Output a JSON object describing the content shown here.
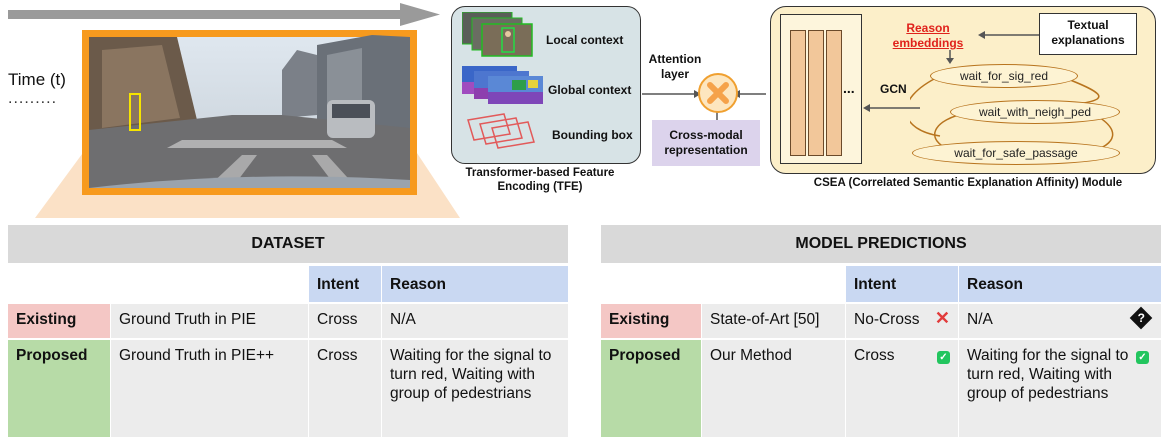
{
  "time_label": "Time (t)",
  "time_dots": ".........",
  "tfe": {
    "items": [
      "Local context",
      "Global context",
      "Bounding box"
    ],
    "caption": "Transformer-based Feature Encoding (TFE)"
  },
  "attention_label": "Attention layer",
  "cross_modal_label": "Cross-modal representation",
  "csea": {
    "reason_embeddings": "Reason embeddings",
    "textual_explanations": "Textual explanations",
    "gcn": "GCN",
    "ellipsis": "...",
    "nodes": [
      "wait_for_sig_red",
      "wait_with_neigh_ped",
      "wait_for_safe_passage"
    ],
    "caption": "CSEA (Correlated Semantic Explanation Affinity) Module"
  },
  "dataset_table": {
    "title": "DATASET",
    "headers": [
      "Intent",
      "Reason"
    ],
    "rows": [
      {
        "label": "Existing",
        "source": "Ground Truth in PIE",
        "intent": "Cross",
        "reason": "N/A"
      },
      {
        "label": "Proposed",
        "source": "Ground Truth in PIE++",
        "intent": "Cross",
        "reason": "Waiting for the signal to turn red, Waiting with group of pedestrians"
      }
    ]
  },
  "predictions_table": {
    "title": "MODEL PREDICTIONS",
    "headers": [
      "Intent",
      "Reason"
    ],
    "rows": [
      {
        "label": "Existing",
        "source": "State-of-Art [50]",
        "intent": "No-Cross",
        "intent_mark": "✕",
        "reason": "N/A",
        "reason_mark": "?"
      },
      {
        "label": "Proposed",
        "source": "Our Method",
        "intent": "Cross",
        "intent_mark": "✓",
        "reason": "Waiting for the signal to turn red, Waiting with group of pedestrians",
        "reason_mark": "✓"
      }
    ]
  },
  "colors": {
    "frame_orange": "#f79a1e",
    "existing": "#f4c7c5",
    "proposed": "#b7dba7",
    "header_blue": "#c9d8f2",
    "check_green": "#22c55e",
    "cross_red": "#e23b3b"
  }
}
